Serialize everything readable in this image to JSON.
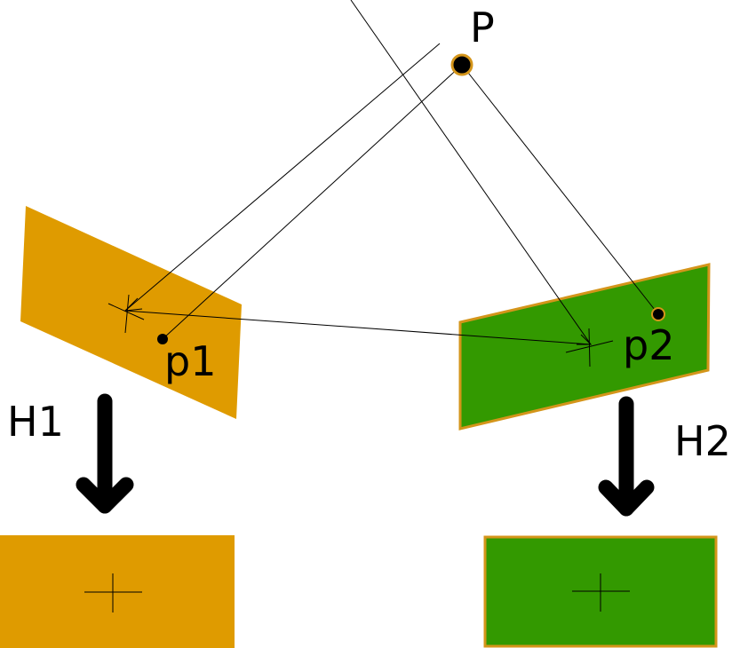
{
  "labels": {
    "point": "P",
    "image_point_left": "p1",
    "image_point_right": "p2",
    "homography_left": "H1",
    "homography_right": "H2"
  },
  "colors": {
    "left_plane": "#df9b00",
    "right_plane": "#339900",
    "plane_border": "#d4951a",
    "line": "#000000",
    "background": "#ffffff"
  }
}
